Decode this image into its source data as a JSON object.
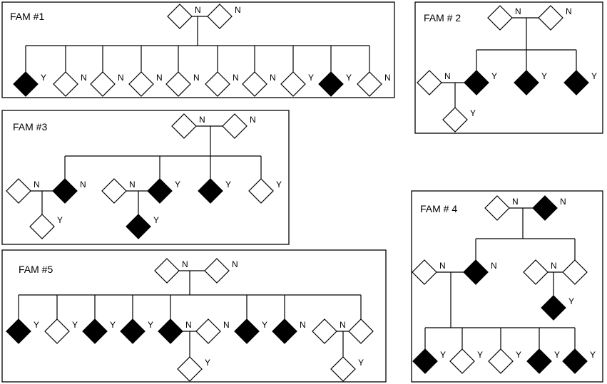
{
  "colors": {
    "affected": "#000000",
    "unaffected": "#ffffff",
    "line": "#000000"
  },
  "families": [
    {
      "title": "FAM #1",
      "individuals": [
        {
          "id": "f1",
          "label": "N",
          "affected": false
        },
        {
          "id": "m1",
          "label": "N",
          "affected": false
        },
        {
          "id": "c1",
          "label": "Y",
          "affected": true
        },
        {
          "id": "c2",
          "label": "N",
          "affected": false
        },
        {
          "id": "c3",
          "label": "N",
          "affected": false
        },
        {
          "id": "c4",
          "label": "N",
          "affected": false
        },
        {
          "id": "c5",
          "label": "N",
          "affected": false
        },
        {
          "id": "c6",
          "label": "N",
          "affected": false
        },
        {
          "id": "c7",
          "label": "N",
          "affected": false
        },
        {
          "id": "c8",
          "label": "Y",
          "affected": false
        },
        {
          "id": "c9",
          "label": "Y",
          "affected": true
        },
        {
          "id": "c10",
          "label": "N",
          "affected": false
        }
      ]
    },
    {
      "title": "FAM # 2",
      "individuals": [
        {
          "id": "f",
          "label": "N",
          "affected": false
        },
        {
          "id": "m",
          "label": "N",
          "affected": false
        },
        {
          "id": "sp",
          "label": "N",
          "affected": false
        },
        {
          "id": "c1",
          "label": "Y",
          "affected": true
        },
        {
          "id": "c2",
          "label": "Y",
          "affected": true
        },
        {
          "id": "c3",
          "label": "Y",
          "affected": true
        },
        {
          "id": "gc",
          "label": "Y",
          "affected": false
        }
      ]
    },
    {
      "title": "FAM #3",
      "individuals": [
        {
          "id": "f",
          "label": "N",
          "affected": false
        },
        {
          "id": "m",
          "label": "N",
          "affected": false
        },
        {
          "id": "sp1",
          "label": "N",
          "affected": false
        },
        {
          "id": "c1",
          "label": "N",
          "affected": true
        },
        {
          "id": "gc1",
          "label": "Y",
          "affected": false
        },
        {
          "id": "sp2",
          "label": "N",
          "affected": false
        },
        {
          "id": "c2",
          "label": "Y",
          "affected": true
        },
        {
          "id": "gc2",
          "label": "Y",
          "affected": true
        },
        {
          "id": "c3",
          "label": "Y",
          "affected": true
        },
        {
          "id": "c4",
          "label": "Y",
          "affected": false
        }
      ]
    },
    {
      "title": "FAM # 4",
      "individuals": [
        {
          "id": "f",
          "label": "N",
          "affected": false
        },
        {
          "id": "m",
          "label": "N",
          "affected": true
        },
        {
          "id": "sp1",
          "label": "N",
          "affected": false
        },
        {
          "id": "c1",
          "label": "N",
          "affected": true
        },
        {
          "id": "sp2",
          "label": "N",
          "affected": false
        },
        {
          "id": "c2",
          "label": "",
          "affected": false
        },
        {
          "id": "gc0",
          "label": "Y",
          "affected": true
        },
        {
          "id": "gc1",
          "label": "Y",
          "affected": true
        },
        {
          "id": "gc2",
          "label": "Y",
          "affected": false
        },
        {
          "id": "gc3",
          "label": "Y",
          "affected": false
        },
        {
          "id": "gc4",
          "label": "Y",
          "affected": true
        },
        {
          "id": "gc5",
          "label": "Y",
          "affected": true
        }
      ]
    },
    {
      "title": "FAM #5",
      "individuals": [
        {
          "id": "f",
          "label": "N",
          "affected": false
        },
        {
          "id": "m",
          "label": "N",
          "affected": false
        },
        {
          "id": "c1",
          "label": "Y",
          "affected": true
        },
        {
          "id": "c2",
          "label": "Y",
          "affected": false
        },
        {
          "id": "c3",
          "label": "Y",
          "affected": true
        },
        {
          "id": "c4",
          "label": "Y",
          "affected": true
        },
        {
          "id": "c5",
          "label": "N",
          "affected": true
        },
        {
          "id": "sp5",
          "label": "N",
          "affected": false
        },
        {
          "id": "gc5",
          "label": "Y",
          "affected": false
        },
        {
          "id": "c6",
          "label": "Y",
          "affected": true
        },
        {
          "id": "c7",
          "label": "N",
          "affected": true
        },
        {
          "id": "sp8",
          "label": "N",
          "affected": false
        },
        {
          "id": "c8",
          "label": "",
          "affected": false
        },
        {
          "id": "gc8",
          "label": "Y",
          "affected": false
        }
      ]
    }
  ]
}
